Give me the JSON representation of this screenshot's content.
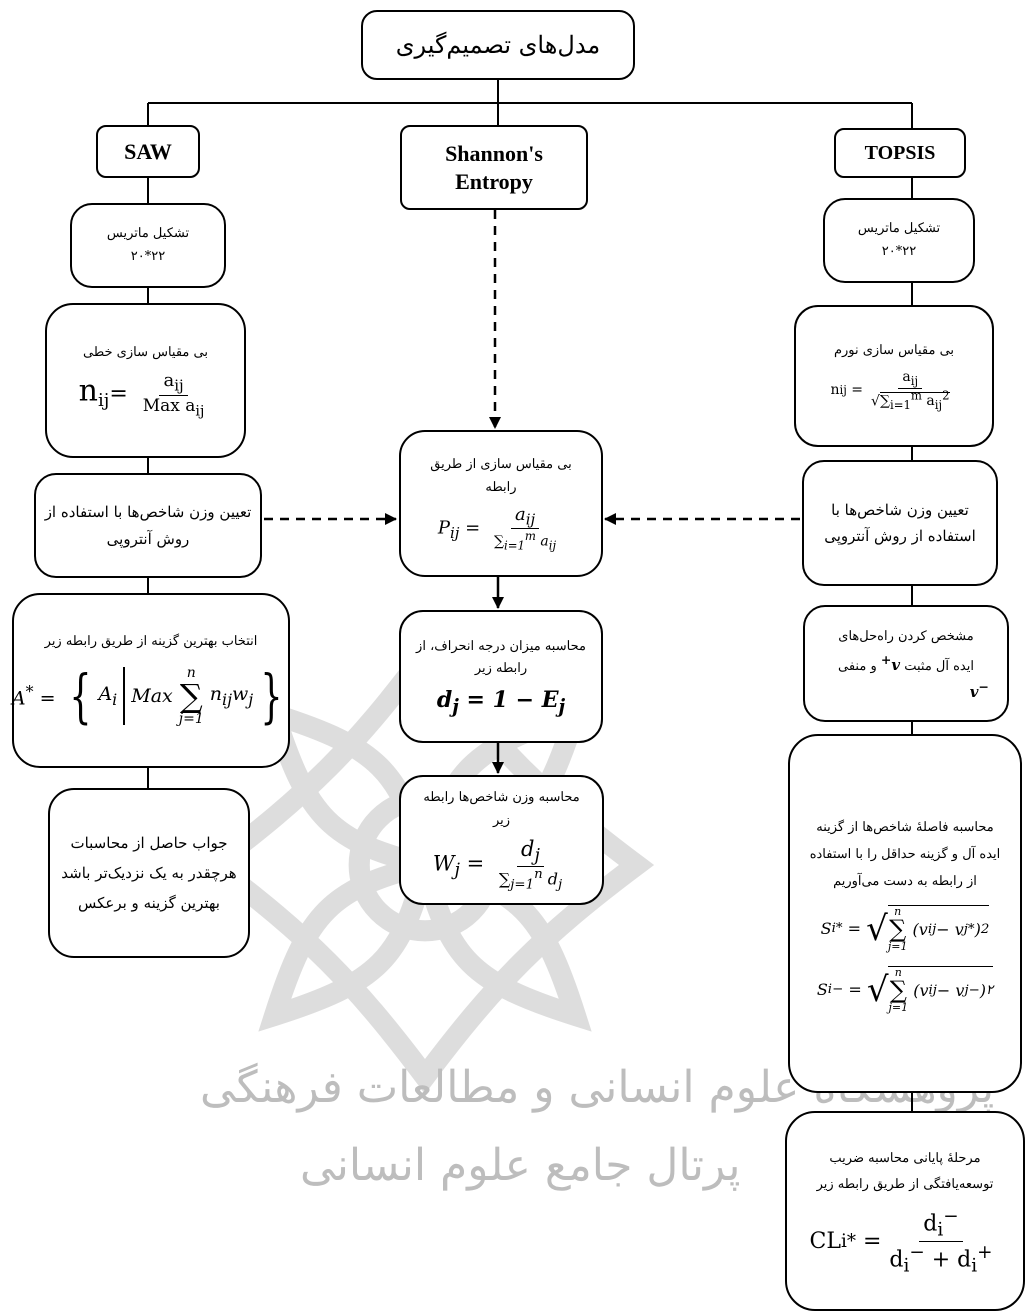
{
  "root": {
    "title": "مدل‌های تصمیم‌گیری"
  },
  "headers": {
    "saw": "SAW",
    "shannon_line1": "Shannon's",
    "shannon_line2": "Entropy",
    "topsis": "TOPSIS"
  },
  "saw": {
    "matrix_label": "تشکیل ماتریس",
    "matrix_size": "۲۰*۲۲",
    "linear_norm_label": "بی مقیاس سازی خطی",
    "weight_label": "تعیین وزن شاخص‌ها با استفاده از روش آنتروپی",
    "select_label": "انتخاب بهترین گزینه از طریق رابطه زیر",
    "result_text": "جواب حاصل از محاسبات هرچقدر به یک نزدیک‌تر باشد بهترین گزینه و برعکس"
  },
  "shannon": {
    "norm_label": "بی مقیاس سازی از طریق رابطه",
    "deviation_label": "محاسبه میزان درجه انحراف، از رابطه زیر",
    "weights_label": "محاسبه وزن شاخص‌ها رابطه زیر"
  },
  "topsis": {
    "matrix_label": "تشکیل ماتریس",
    "matrix_size": "۲۰*۲۲",
    "norm_label": "بی مقیاس سازی نورم",
    "weight_label": "تعیین وزن شاخص‌ها با استفاده از روش آنتروپی",
    "ideal_label_a": "مشخص کردن راه‌حل‌های",
    "ideal_label_b": "ایده آل مثبت",
    "ideal_label_c": "و منفی",
    "distance_label": "محاسبه فاصلهٔ شاخص‌ها از گزینه ایده آل و گزینه حداقل را با استفاده از رابطه به دست می‌آوریم",
    "final_label": "مرحلهٔ پایانی محاسبه ضریب توسعه‌یافتگی از طریق رابطه زیر"
  },
  "watermark": {
    "line1": "پژوهشگاه علوم انسانی و مطالعات فرهنگی",
    "line2": "پرتال جامع علوم انسانی"
  }
}
